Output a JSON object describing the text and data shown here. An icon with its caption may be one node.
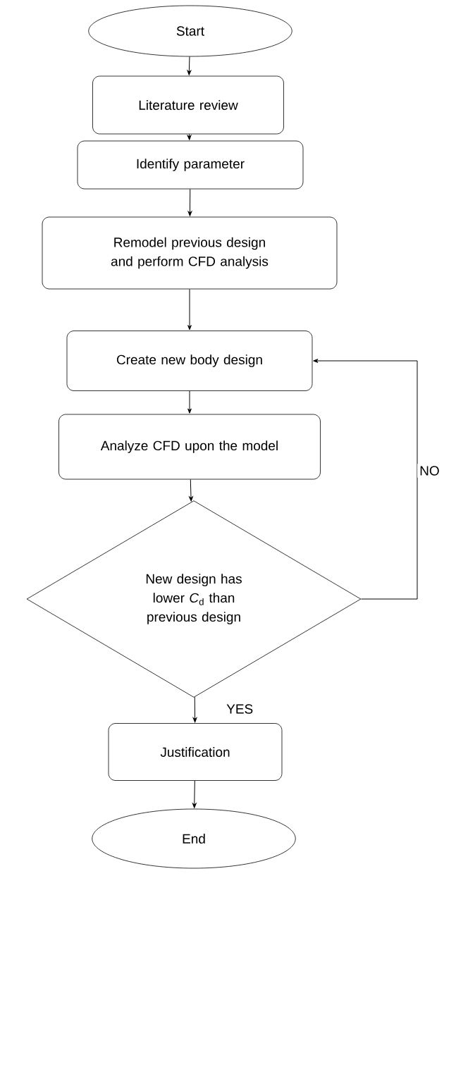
{
  "diagram": {
    "nodes": [
      {
        "text": [
          "Start"
        ]
      },
      {
        "text": [
          "Literature review"
        ]
      },
      {
        "text": [
          "Identify parameter"
        ]
      },
      {
        "text": [
          "Remodel previous design and perform CFD analysis"
        ]
      },
      {
        "text": [
          "Create new body design"
        ]
      },
      {
        "text": [
          "Analyze CFD upon the model"
        ]
      },
      {
        "text": [
          "New design has lower *C*$_{d}$ than previous design"
        ]
      },
      {
        "text": [
          "Justification"
        ]
      },
      {
        "text": [
          "End"
        ]
      }
    ],
    "edges": [
      {
        "from": 0,
        "to": 1,
        "arrow": "to"
      },
      {
        "from": 1,
        "to": 2,
        "arrow": "to"
      },
      {
        "from": 2,
        "to": 3,
        "arrow": "to"
      },
      {
        "from": 3,
        "to": 4,
        "arrow": "to"
      },
      {
        "from": 4,
        "to": 5,
        "arrow": "to"
      },
      {
        "from": 5,
        "to": 6,
        "arrow": "to"
      },
      {
        "from": 6,
        "to": 7,
        "arrow": "to",
        "label": "YES"
      },
      {
        "from": 6,
        "to": 4,
        "arrow": "to",
        "label": "NO"
      },
      {
        "from": 7,
        "to": 8,
        "arrow": "to"
      }
    ]
  }
}
